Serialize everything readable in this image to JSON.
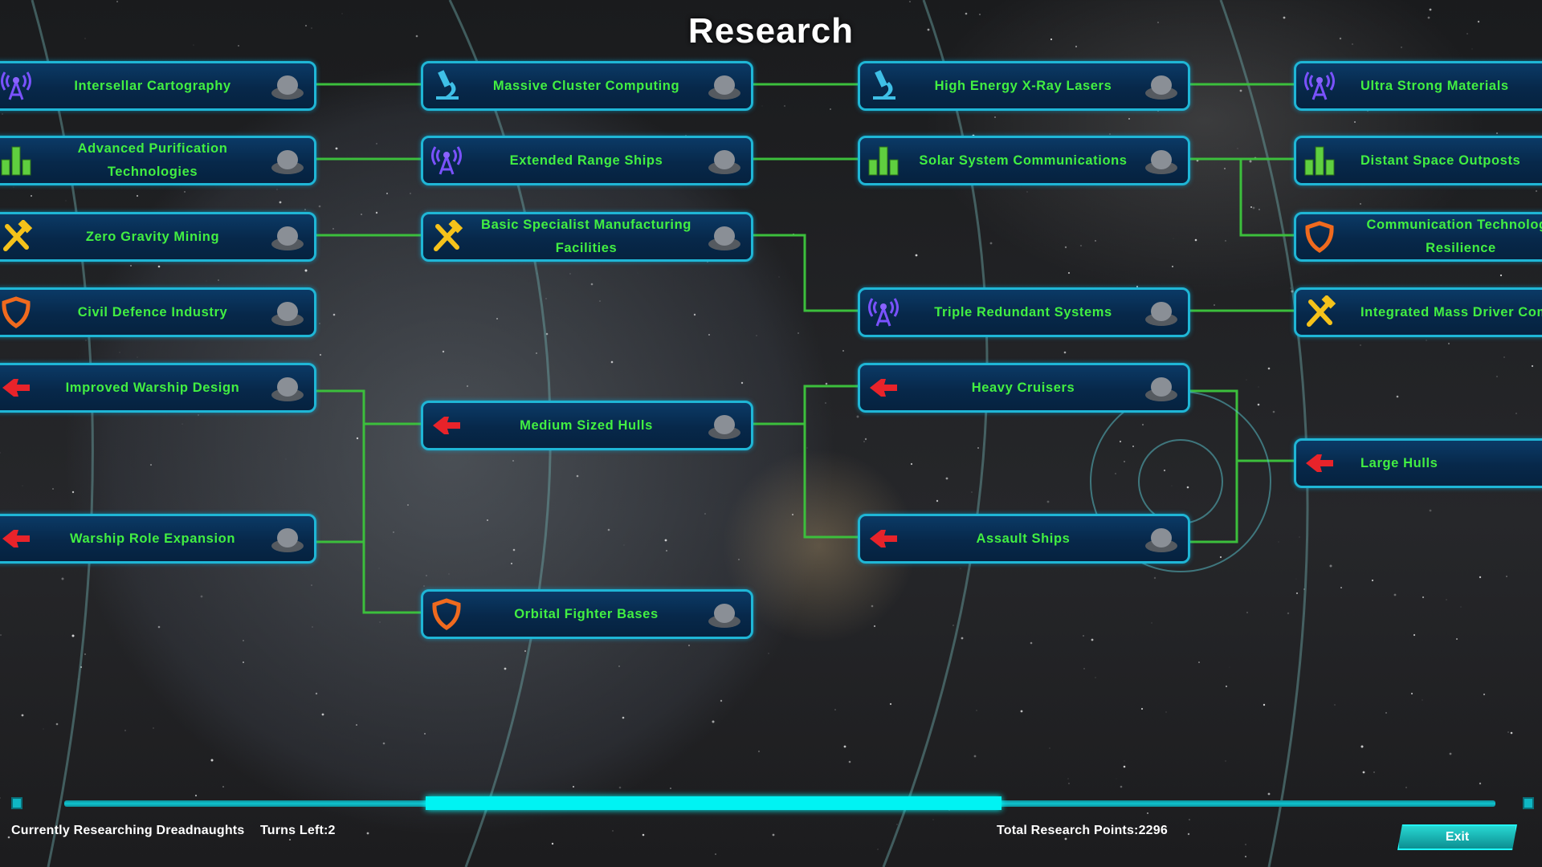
{
  "title": "Research",
  "colors": {
    "node_text": "#42ef42",
    "node_border": "#1fb6d6",
    "node_fill": "#07284a",
    "link": "#3cbf3c",
    "accent": "#00f3f3"
  },
  "nodes": {
    "intersellar_cartography": {
      "label": "Intersellar Cartography",
      "icon": "antenna-icon"
    },
    "advanced_purification": {
      "label": "Advanced Purification Technologies",
      "icon": "bars-icon"
    },
    "zero_gravity_mining": {
      "label": "Zero Gravity Mining",
      "icon": "tools-icon"
    },
    "civil_defence": {
      "label": "Civil Defence Industry",
      "icon": "shield-icon"
    },
    "improved_warship": {
      "label": "Improved Warship Design",
      "icon": "ship-icon"
    },
    "warship_role": {
      "label": "Warship Role Expansion",
      "icon": "ship-icon"
    },
    "massive_cluster": {
      "label": "Massive Cluster Computing",
      "icon": "microscope-icon"
    },
    "extended_range": {
      "label": "Extended Range Ships",
      "icon": "antenna-icon"
    },
    "basic_specialist": {
      "label": "Basic Specialist Manufacturing Facilities",
      "icon": "tools-icon"
    },
    "medium_hulls": {
      "label": "Medium Sized Hulls",
      "icon": "ship-icon"
    },
    "orbital_fighter": {
      "label": "Orbital Fighter Bases",
      "icon": "shield-icon"
    },
    "xray_lasers": {
      "label": "High Energy X-Ray Lasers",
      "icon": "microscope-icon"
    },
    "solar_comms": {
      "label": "Solar System Communications",
      "icon": "bars-icon"
    },
    "triple_redundant": {
      "label": "Triple Redundant Systems",
      "icon": "antenna-icon"
    },
    "heavy_cruisers": {
      "label": "Heavy Cruisers",
      "icon": "ship-icon"
    },
    "assault_ships": {
      "label": "Assault Ships",
      "icon": "ship-icon"
    },
    "ultra_strong": {
      "label": "Ultra Strong Materials",
      "icon": "antenna-icon"
    },
    "distant_outposts": {
      "label": "Distant Space Outposts",
      "icon": "bars-icon"
    },
    "comm_resilience": {
      "label": "Communication Technology Resilience",
      "icon": "shield-icon"
    },
    "mass_driver": {
      "label": "Integrated Mass Driver Comp",
      "icon": "tools-icon"
    },
    "large_hulls": {
      "label": "Large Hulls",
      "icon": "ship-icon"
    }
  },
  "footer": {
    "currently_researching": "Currently Researching Dreadnaughts",
    "turns_left": "Turns Left:2",
    "total_points": "Total Research Points:2296",
    "exit_label": "Exit",
    "scroll_position_fraction": 0.25
  }
}
